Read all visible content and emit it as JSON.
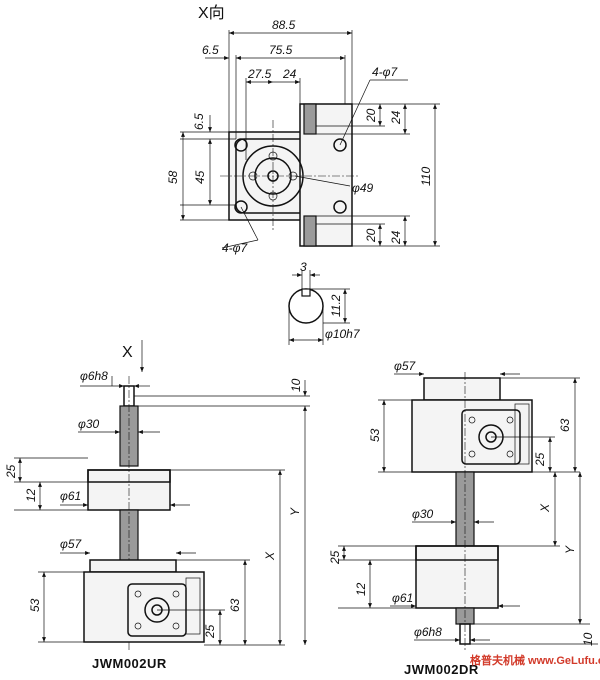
{
  "top_view": {
    "direction_label": "X向",
    "dims": {
      "overall_width": "88.5",
      "edge_offset": "6.5",
      "flange_width": "75.5",
      "bolt_spacing_h": "27.5",
      "shaft_offset": "24",
      "holes_right": "4-φ7",
      "holes_left": "4-φ7",
      "top_offset": "6.5",
      "height_58": "58",
      "height_45": "45",
      "bore": "φ49",
      "lug_20_top": "20",
      "lug_24_top": "24",
      "lug_20_bottom": "20",
      "lug_24_bottom": "24",
      "overall_height": "110"
    }
  },
  "shaft_section": {
    "key_width": "3",
    "key_depth": "11.2",
    "shaft_dia": "φ10h7"
  },
  "left_view": {
    "arrow_label": "X",
    "dims": {
      "shaft_end": "φ6h8",
      "end_len": "10",
      "screw_dia": "φ30",
      "nut_height": "25",
      "nut_flange": "12",
      "nut_dia": "φ61",
      "stroke_y": "Y",
      "stroke_x": "X",
      "top_dia": "φ57",
      "body_height": "53",
      "overall_63": "63",
      "shaft_height": "25"
    },
    "model": "JWM002UR"
  },
  "right_view": {
    "dims": {
      "top_dia": "φ57",
      "body_height": "53",
      "overall_63": "63",
      "shaft_height": "25",
      "screw_dia": "φ30",
      "stroke_x": "X",
      "stroke_y": "Y",
      "nut_height": "25",
      "nut_flange": "12",
      "nut_dia": "φ61",
      "shaft_end": "φ6h8",
      "end_len": "10"
    },
    "model": "JWM002DR"
  },
  "watermark": "格普夫机械 www.GeLufu.com"
}
